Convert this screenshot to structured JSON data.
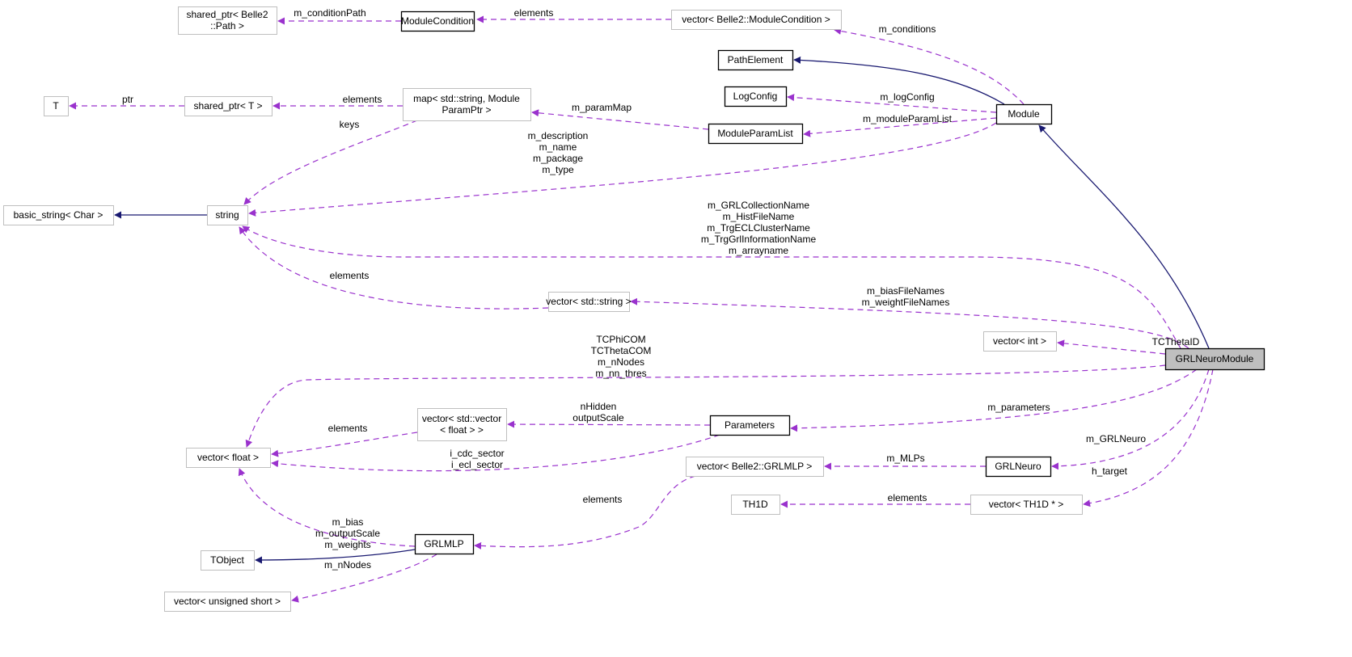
{
  "colors": {
    "usage_edge": "#9a32cd",
    "inherit_edge": "#191970",
    "focus_fill": "#bfbfbf",
    "documented_border": "#000000",
    "undocumented_border": "#bfbfbf"
  },
  "nodes": [
    {
      "id": "sp_path",
      "lines": [
        "shared_ptr< Belle2",
        "::Path >"
      ],
      "kind": "undoc"
    },
    {
      "id": "modcond",
      "lines": [
        "ModuleCondition"
      ],
      "kind": "doc"
    },
    {
      "id": "vec_modcond",
      "lines": [
        "vector< Belle2::ModuleCondition >"
      ],
      "kind": "undoc"
    },
    {
      "id": "pathelement",
      "lines": [
        "PathElement"
      ],
      "kind": "doc"
    },
    {
      "id": "logconfig",
      "lines": [
        "LogConfig"
      ],
      "kind": "doc"
    },
    {
      "id": "T",
      "lines": [
        "T"
      ],
      "kind": "undoc"
    },
    {
      "id": "sp_T",
      "lines": [
        "shared_ptr< T >"
      ],
      "kind": "undoc"
    },
    {
      "id": "map",
      "lines": [
        "map< std::string, Module",
        "ParamPtr >"
      ],
      "kind": "undoc"
    },
    {
      "id": "modparamlist",
      "lines": [
        "ModuleParamList"
      ],
      "kind": "doc"
    },
    {
      "id": "module",
      "lines": [
        "Module"
      ],
      "kind": "doc"
    },
    {
      "id": "basic_string",
      "lines": [
        "basic_string< Char >"
      ],
      "kind": "undoc"
    },
    {
      "id": "string",
      "lines": [
        "string"
      ],
      "kind": "undoc"
    },
    {
      "id": "vec_string",
      "lines": [
        "vector< std::string >"
      ],
      "kind": "undoc"
    },
    {
      "id": "vec_int",
      "lines": [
        "vector< int >"
      ],
      "kind": "undoc"
    },
    {
      "id": "grlneuromodule",
      "lines": [
        "GRLNeuroModule"
      ],
      "kind": "focus"
    },
    {
      "id": "vec_vec_float",
      "lines": [
        "vector< std::vector",
        "< float > >"
      ],
      "kind": "undoc"
    },
    {
      "id": "parameters",
      "lines": [
        "Parameters"
      ],
      "kind": "doc"
    },
    {
      "id": "vec_float",
      "lines": [
        "vector< float >"
      ],
      "kind": "undoc"
    },
    {
      "id": "vec_grlmlp",
      "lines": [
        "vector< Belle2::GRLMLP >"
      ],
      "kind": "undoc"
    },
    {
      "id": "grlneuro",
      "lines": [
        "GRLNeuro"
      ],
      "kind": "doc"
    },
    {
      "id": "th1d",
      "lines": [
        "TH1D"
      ],
      "kind": "undoc"
    },
    {
      "id": "vec_th1d",
      "lines": [
        "vector< TH1D * >"
      ],
      "kind": "undoc"
    },
    {
      "id": "grlmlp",
      "lines": [
        "GRLMLP"
      ],
      "kind": "doc"
    },
    {
      "id": "tobject",
      "lines": [
        "TObject"
      ],
      "kind": "undoc"
    },
    {
      "id": "vec_ushort",
      "lines": [
        "vector< unsigned short >"
      ],
      "kind": "undoc"
    }
  ],
  "edges": [
    {
      "id": "e1",
      "from": "modcond",
      "to": "sp_path",
      "type": "usage",
      "labels": [
        "m_conditionPath"
      ]
    },
    {
      "id": "e2",
      "from": "vec_modcond",
      "to": "modcond",
      "type": "usage",
      "labels": [
        "elements"
      ]
    },
    {
      "id": "e3",
      "from": "module",
      "to": "vec_modcond",
      "type": "usage",
      "labels": [
        "m_conditions"
      ]
    },
    {
      "id": "e4",
      "from": "module",
      "to": "pathelement",
      "type": "inherit",
      "labels": []
    },
    {
      "id": "e5",
      "from": "module",
      "to": "logconfig",
      "type": "usage",
      "labels": [
        "m_logConfig"
      ]
    },
    {
      "id": "e6",
      "from": "module",
      "to": "modparamlist",
      "type": "usage",
      "labels": [
        "m_moduleParamList"
      ]
    },
    {
      "id": "e7",
      "from": "modparamlist",
      "to": "map",
      "type": "usage",
      "labels": [
        "m_paramMap"
      ]
    },
    {
      "id": "e8",
      "from": "map",
      "to": "sp_T",
      "type": "usage",
      "labels": [
        "elements"
      ]
    },
    {
      "id": "e9",
      "from": "sp_T",
      "to": "T",
      "type": "usage",
      "labels": [
        "ptr"
      ]
    },
    {
      "id": "e10",
      "from": "map",
      "to": "string",
      "type": "usage",
      "labels": [
        "keys"
      ]
    },
    {
      "id": "e11",
      "from": "module",
      "to": "string",
      "type": "usage",
      "labels": [
        "m_description",
        "m_name",
        "m_package",
        "m_type"
      ]
    },
    {
      "id": "e12",
      "from": "string",
      "to": "basic_string",
      "type": "inherit",
      "labels": []
    },
    {
      "id": "e13",
      "from": "grlneuromodule",
      "to": "string",
      "type": "usage",
      "labels": [
        "m_GRLCollectionName",
        "m_HistFileName",
        "m_TrgECLClusterName",
        "m_TrgGrlInformationName",
        "m_arrayname"
      ]
    },
    {
      "id": "e14",
      "from": "grlneuromodule",
      "to": "vec_string",
      "type": "usage",
      "labels": [
        "m_biasFileNames",
        "m_weightFileNames"
      ]
    },
    {
      "id": "e15",
      "from": "vec_string",
      "to": "string",
      "type": "usage",
      "labels": [
        "elements"
      ]
    },
    {
      "id": "e16",
      "from": "grlneuromodule",
      "to": "module",
      "type": "inherit",
      "labels": []
    },
    {
      "id": "e17",
      "from": "grlneuromodule",
      "to": "vec_int",
      "type": "usage",
      "labels": [
        "TCThetaID"
      ]
    },
    {
      "id": "e18",
      "from": "grlneuromodule",
      "to": "vec_float",
      "type": "usage",
      "labels": [
        "TCPhiCOM",
        "TCThetaCOM",
        "m_nNodes",
        "m_nn_thres"
      ]
    },
    {
      "id": "e19",
      "from": "grlneuromodule",
      "to": "parameters",
      "type": "usage",
      "labels": [
        "m_parameters"
      ]
    },
    {
      "id": "e20",
      "from": "grlneuromodule",
      "to": "grlneuro",
      "type": "usage",
      "labels": [
        "m_GRLNeuro"
      ]
    },
    {
      "id": "e21",
      "from": "grlneuromodule",
      "to": "vec_th1d",
      "type": "usage",
      "labels": [
        "h_target"
      ]
    },
    {
      "id": "e22",
      "from": "parameters",
      "to": "vec_vec_float",
      "type": "usage",
      "labels": [
        "nHidden",
        "outputScale"
      ]
    },
    {
      "id": "e23",
      "from": "parameters",
      "to": "vec_float",
      "type": "usage",
      "labels": [
        "i_cdc_sector",
        "i_ecl_sector"
      ]
    },
    {
      "id": "e24",
      "from": "vec_vec_float",
      "to": "vec_float",
      "type": "usage",
      "labels": [
        "elements"
      ]
    },
    {
      "id": "e25",
      "from": "grlneuro",
      "to": "vec_grlmlp",
      "type": "usage",
      "labels": [
        "m_MLPs"
      ]
    },
    {
      "id": "e26",
      "from": "vec_grlmlp",
      "to": "grlmlp",
      "type": "usage",
      "labels": [
        "elements"
      ]
    },
    {
      "id": "e27",
      "from": "vec_th1d",
      "to": "th1d",
      "type": "usage",
      "labels": [
        "elements"
      ]
    },
    {
      "id": "e28",
      "from": "grlmlp",
      "to": "vec_float",
      "type": "usage",
      "labels": [
        "m_bias",
        "m_outputScale",
        "m_weights"
      ]
    },
    {
      "id": "e29",
      "from": "grlmlp",
      "to": "tobject",
      "type": "inherit",
      "labels": []
    },
    {
      "id": "e30",
      "from": "grlmlp",
      "to": "vec_ushort",
      "type": "usage",
      "labels": [
        "m_nNodes"
      ]
    }
  ]
}
